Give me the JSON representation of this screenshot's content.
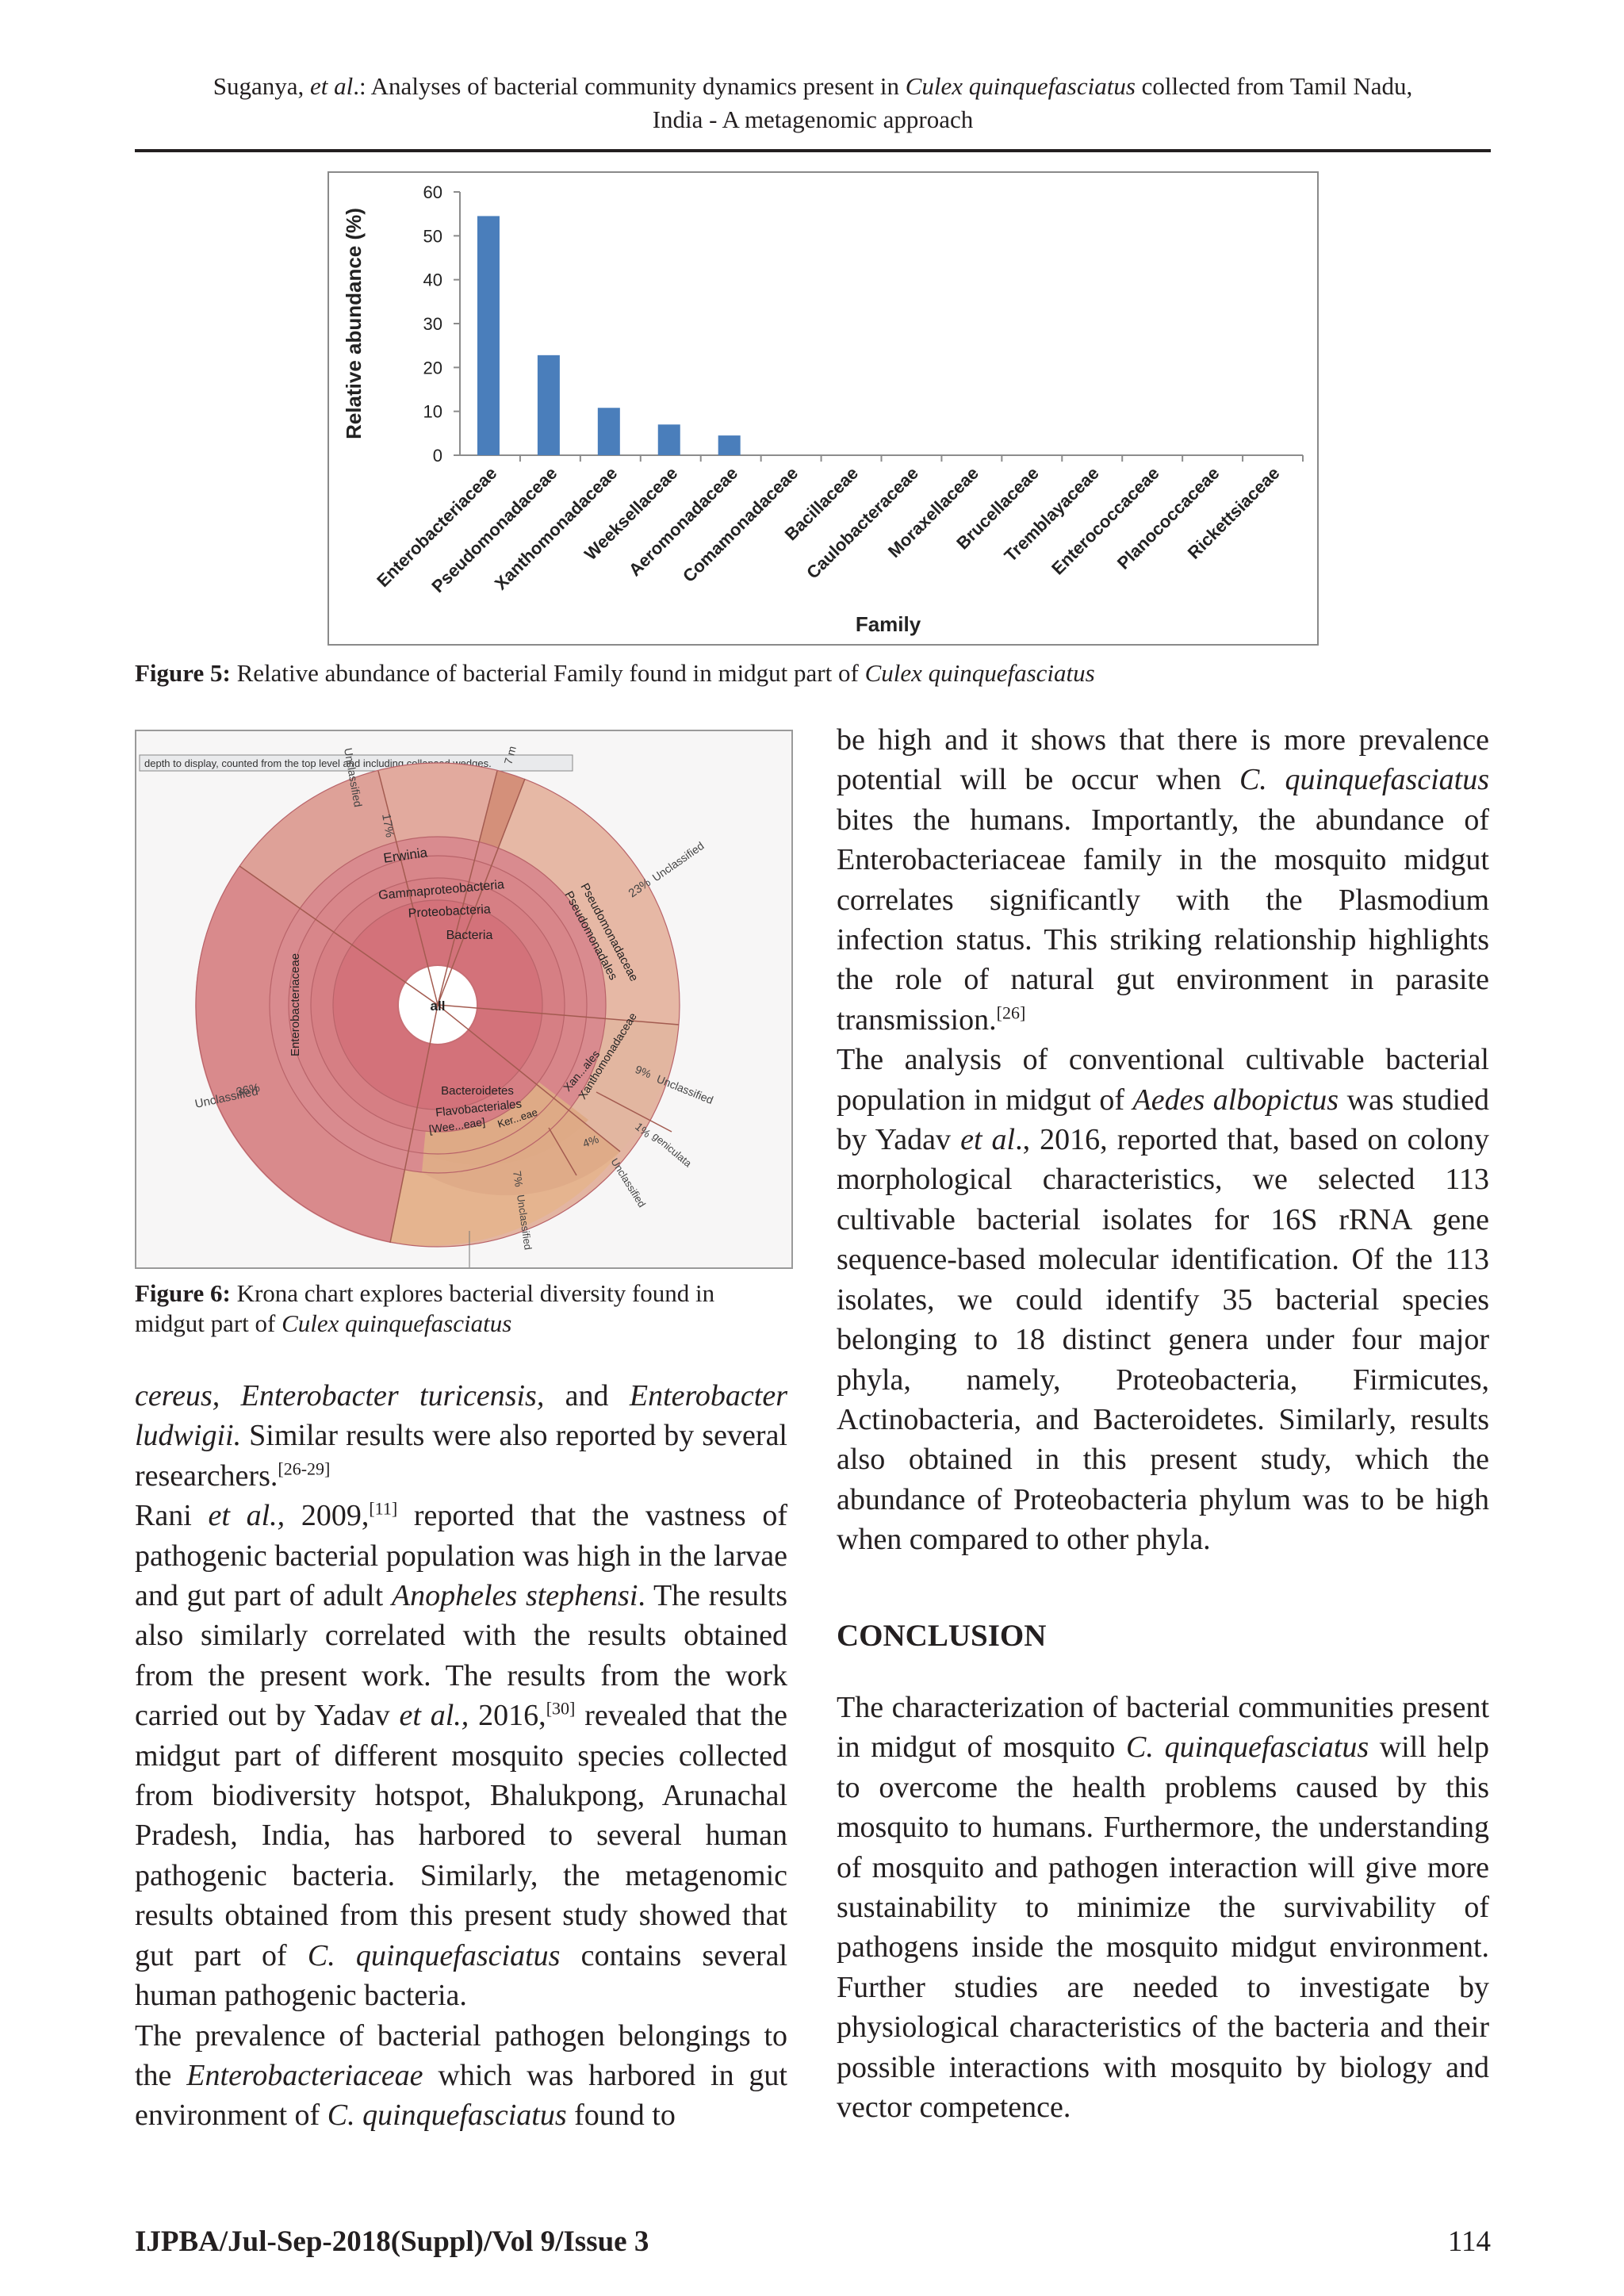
{
  "header": {
    "line1_prefix": "Suganya, ",
    "line1_etal": "et al",
    "line1_mid": ".: Analyses of bacterial community dynamics present in ",
    "line1_species": "Culex quinquefasciatus",
    "line1_suffix": " collected from Tamil Nadu,",
    "line2": "India - A metagenomic approach"
  },
  "figure5": {
    "caption_label": "Figure 5:",
    "caption_text": " Relative abundance of bacterial Family found in midgut part of ",
    "caption_species": "Culex quinquefasciatus"
  },
  "chart_data": {
    "type": "bar",
    "xlabel": "Family",
    "ylabel": "Relative abundance (%)",
    "ylim": [
      0,
      60
    ],
    "yticks": [
      0,
      10,
      20,
      30,
      40,
      50,
      60
    ],
    "grid": false,
    "bar_color": "#4a7ebb",
    "categories": [
      "Enterobacteriaceae",
      "Pseudomonadaceae",
      "Xanthomonadaceae",
      "Weeksellaceae",
      "Aeromonadaceae",
      "Comamonadaceae",
      "Bacillaceae",
      "Caulobacteraceae",
      "Moraxellaceae",
      "Brucellaceae",
      "Tremblayaceae",
      "Enterococcaceae",
      "Planococcaceae",
      "Rickettsiaceae"
    ],
    "values": [
      54.5,
      22.8,
      10.8,
      7.0,
      4.5,
      0,
      0,
      0,
      0,
      0,
      0,
      0,
      0,
      0
    ]
  },
  "figure6": {
    "tooltip": "depth to display, counted from the top level and including collapsed wedges.",
    "center_label": "all",
    "labels": {
      "bacteria": "Bacteria",
      "proteobacteria": "Proteobacteria",
      "gammaproteobacteria": "Gammaproteobacteria",
      "erwinia": "Erwinia",
      "enterobacteriaceae": "Enterobacteriaceae",
      "unclassified_36": "Unclassified",
      "pct_36": "36%",
      "pct_17": "17%",
      "unclassified_top": "Unclassified",
      "pct_7m": "7 m",
      "pseudomonadaceae": "Pseudomonadaceae",
      "pseudomonadales": "Pseudomonadales",
      "pct_23": "23%",
      "unclassified_23": "Unclassified",
      "xanth_ales": "Xan...ales",
      "xanthomonadaceae": "Xanthomonadaceae",
      "pct_9": "9%",
      "unclassified_9": "Unclassified",
      "bacteroidetes": "Bacteroidetes",
      "flavobacteriales": "Flavobacteriales",
      "wee_eae": "[Wee...eae]",
      "ker_eae": "Ker...eae",
      "pct_1": "1%",
      "geniculata": "geniculata",
      "pct_4": "4%",
      "unclassified_4": "Unclassified",
      "pct_7": "7%",
      "unclassified_7": "Unclassified"
    },
    "caption_label": "Figure 6:",
    "caption_text_1": " Krona chart explores bacterial diversity found in",
    "caption_text_2": "midgut part of ",
    "caption_species": "Culex quinquefasciatus"
  },
  "left_column": {
    "p1_a": "cereus, Enterobacter turicensis,",
    "p1_b": " and ",
    "p1_c": "Enterobacter ludwigii.",
    "p1_d": " Similar results were also reported by several researchers.",
    "p1_ref": "[26-29]",
    "p2_a": "Rani ",
    "p2_b": "et al.,",
    "p2_c": " 2009,",
    "p2_ref1": "[11]",
    "p2_d": " reported that the vastness of pathogenic bacterial population was high in the larvae and gut part of adult ",
    "p2_e": "Anopheles stephensi",
    "p2_f": ". The results also similarly correlated with the results obtained from the present work. The results from the work carried out by Yadav ",
    "p2_g": "et al.,",
    "p2_h": " 2016,",
    "p2_ref2": "[30]",
    "p2_i": " revealed that the midgut part of different mosquito species collected from biodiversity hotspot, Bhalukpong, Arunachal Pradesh, India, has harbored to several human pathogenic bacteria. Similarly, the metagenomic results obtained from this present study showed that gut part of ",
    "p2_j": "C. quinquefasciatus",
    "p2_k": " contains several human pathogenic bacteria.",
    "p3_a": "The prevalence of bacterial pathogen belongings to the ",
    "p3_b": "Enterobacteriaceae",
    "p3_c": " which was harbored in gut environment of ",
    "p3_d": "C. quinquefasciatus",
    "p3_e": " found to"
  },
  "right_column": {
    "p1_a": "be high and it shows that there is more prevalence potential will be occur when ",
    "p1_b": "C. quinquefasciatus",
    "p1_c": " bites the humans. Importantly, the abundance of Enterobacteriaceae family in the mosquito midgut correlates significantly with the Plasmodium infection status. This striking relationship highlights the role of natural gut environment in parasite transmission.",
    "p1_ref": "[26]",
    "p2_a": "The analysis of conventional cultivable bacterial population in midgut of ",
    "p2_b": "Aedes albopictus",
    "p2_c": " was studied by Yadav ",
    "p2_d": "et al",
    "p2_e": "., 2016, reported that, based on colony morphological characteristics, we selected 113 cultivable bacterial isolates for 16S rRNA gene sequence-based molecular identification. Of the 113 isolates, we could identify 35 bacterial species belonging to 18 distinct genera under four major phyla, namely, Proteobacteria, Firmicutes, Actinobacteria, and Bacteroidetes. Similarly, results also obtained in this present study, which the abundance of Proteobacteria phylum was to be high when compared to other phyla.",
    "heading": "CONCLUSION",
    "p3_a": "The characterization of bacterial communities present in midgut of mosquito ",
    "p3_b": "C. quinquefasciatus",
    "p3_c": " will help to overcome the health problems caused by this mosquito to humans. Furthermore, the understanding of mosquito and pathogen interaction will give more sustainability to minimize the survivability of pathogens inside the mosquito midgut environment. Further studies are needed to investigate by physiological characteristics of the bacteria and their possible interactions with mosquito by biology and vector competence."
  },
  "footer": {
    "journal": "IJPBA/Jul-Sep-2018(Suppl)/Vol 9/Issue 3",
    "page": "114"
  }
}
